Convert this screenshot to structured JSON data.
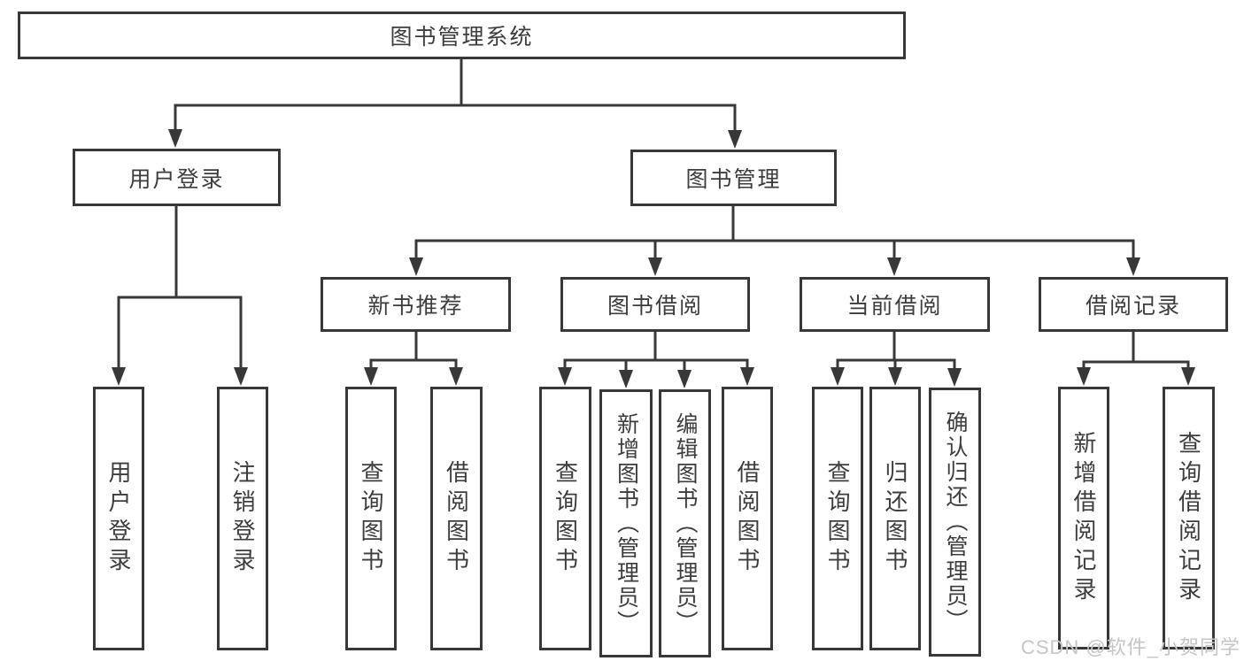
{
  "tree": {
    "root": {
      "label": "图书管理系统"
    },
    "branches": [
      {
        "label": "用户登录",
        "children": [
          {
            "label": "用户登录"
          },
          {
            "label": "注销登录"
          }
        ]
      },
      {
        "label": "图书管理",
        "children": [
          {
            "label": "新书推荐",
            "children": [
              {
                "label": "查询图书"
              },
              {
                "label": "借阅图书"
              }
            ]
          },
          {
            "label": "图书借阅",
            "children": [
              {
                "label": "查询图书"
              },
              {
                "label": "新增图书（管理员）"
              },
              {
                "label": "编辑图书（管理员）"
              },
              {
                "label": "借阅图书"
              }
            ]
          },
          {
            "label": "当前借阅",
            "children": [
              {
                "label": "查询图书"
              },
              {
                "label": "归还图书"
              },
              {
                "label": "确认归还（管理员）"
              }
            ]
          },
          {
            "label": "借阅记录",
            "children": [
              {
                "label": "新增借阅记录"
              },
              {
                "label": "查询借阅记录"
              }
            ]
          }
        ]
      }
    ]
  },
  "watermark": {
    "text": "CSDN @软件_小贺同学"
  },
  "colors": {
    "line": "#383838",
    "text": "#3d3d3d",
    "background": "#ffffff",
    "box_fill": "#ffffff",
    "watermark": "#c5c5c5"
  }
}
